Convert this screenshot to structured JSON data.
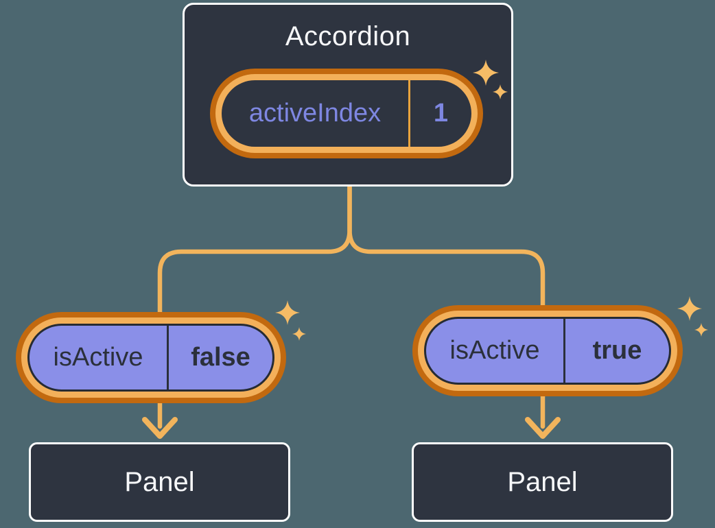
{
  "diagram": {
    "root": {
      "title": "Accordion",
      "state": {
        "name": "activeIndex",
        "value": "1"
      }
    },
    "children": [
      {
        "prop": {
          "name": "isActive",
          "value": "false"
        },
        "panel_label": "Panel"
      },
      {
        "prop": {
          "name": "isActive",
          "value": "true"
        },
        "panel_label": "Panel"
      }
    ],
    "colors": {
      "background": "#4C6770",
      "node_fill": "#2E3440",
      "node_border": "#FFFFFF",
      "connector_orange": "#F2B45C",
      "ring_dark_orange": "#C2690F",
      "ring_light_orange": "#F3B05A",
      "pill_purple_fill": "#8A8FE8",
      "state_text_purple": "#7E87E2",
      "dark_text": "#2B303B",
      "light_text": "#F6F7F9",
      "sparkle": "#F6BC66"
    }
  }
}
